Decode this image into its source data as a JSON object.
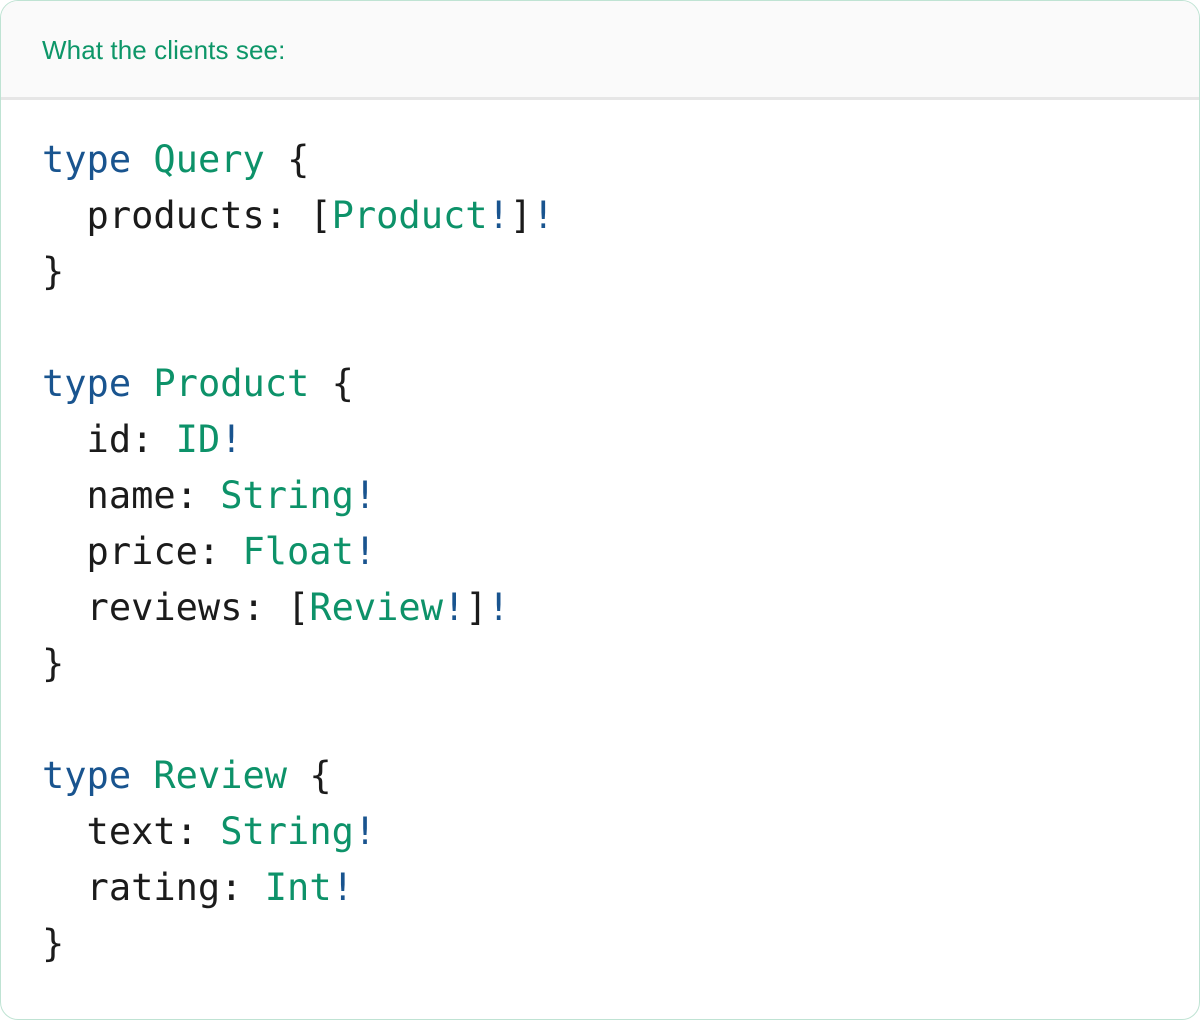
{
  "card": {
    "border_color": "#bfe3d3",
    "background": "#ffffff"
  },
  "tabs": {
    "active_index": 0,
    "items": [
      {
        "label": "What the clients see:",
        "active": true
      }
    ],
    "active_color": "#0d9668",
    "indicator_color": "#11936a",
    "bar_background": "#fafafa",
    "divider_color": "#e6e6e6"
  },
  "code": {
    "language": "graphql",
    "syntax_colors": {
      "keyword": "#19548f",
      "type_name": "#0d9269",
      "field_name": "#1b1b1b",
      "punctuation": "#1b1b1b",
      "non_null_bang": "#19548f"
    },
    "lines": [
      {
        "id": "l1",
        "tokens": [
          {
            "t": "type",
            "c": "kw"
          },
          {
            "t": " ",
            "c": "punct"
          },
          {
            "t": "Query",
            "c": "type"
          },
          {
            "t": " ",
            "c": "punct"
          },
          {
            "t": "{",
            "c": "punct"
          }
        ]
      },
      {
        "id": "l2",
        "tokens": [
          {
            "t": "  products: ",
            "c": "field"
          },
          {
            "t": "[",
            "c": "punct"
          },
          {
            "t": "Product",
            "c": "type"
          },
          {
            "t": "!",
            "c": "bang"
          },
          {
            "t": "]",
            "c": "punct"
          },
          {
            "t": "!",
            "c": "bang"
          }
        ]
      },
      {
        "id": "l3",
        "tokens": [
          {
            "t": "}",
            "c": "punct"
          }
        ]
      },
      {
        "id": "l4",
        "tokens": []
      },
      {
        "id": "l5",
        "tokens": [
          {
            "t": "type",
            "c": "kw"
          },
          {
            "t": " ",
            "c": "punct"
          },
          {
            "t": "Product",
            "c": "type"
          },
          {
            "t": " ",
            "c": "punct"
          },
          {
            "t": "{",
            "c": "punct"
          }
        ]
      },
      {
        "id": "l6",
        "tokens": [
          {
            "t": "  id: ",
            "c": "field"
          },
          {
            "t": "ID",
            "c": "type"
          },
          {
            "t": "!",
            "c": "bang"
          }
        ]
      },
      {
        "id": "l7",
        "tokens": [
          {
            "t": "  name: ",
            "c": "field"
          },
          {
            "t": "String",
            "c": "type"
          },
          {
            "t": "!",
            "c": "bang"
          }
        ]
      },
      {
        "id": "l8",
        "tokens": [
          {
            "t": "  price: ",
            "c": "field"
          },
          {
            "t": "Float",
            "c": "type"
          },
          {
            "t": "!",
            "c": "bang"
          }
        ]
      },
      {
        "id": "l9",
        "tokens": [
          {
            "t": "  reviews: ",
            "c": "field"
          },
          {
            "t": "[",
            "c": "punct"
          },
          {
            "t": "Review",
            "c": "type"
          },
          {
            "t": "!",
            "c": "bang"
          },
          {
            "t": "]",
            "c": "punct"
          },
          {
            "t": "!",
            "c": "bang"
          }
        ]
      },
      {
        "id": "l10",
        "tokens": [
          {
            "t": "}",
            "c": "punct"
          }
        ]
      },
      {
        "id": "l11",
        "tokens": []
      },
      {
        "id": "l12",
        "tokens": [
          {
            "t": "type",
            "c": "kw"
          },
          {
            "t": " ",
            "c": "punct"
          },
          {
            "t": "Review",
            "c": "type"
          },
          {
            "t": " ",
            "c": "punct"
          },
          {
            "t": "{",
            "c": "punct"
          }
        ]
      },
      {
        "id": "l13",
        "tokens": [
          {
            "t": "  text: ",
            "c": "field"
          },
          {
            "t": "String",
            "c": "type"
          },
          {
            "t": "!",
            "c": "bang"
          }
        ]
      },
      {
        "id": "l14",
        "tokens": [
          {
            "t": "  rating: ",
            "c": "field"
          },
          {
            "t": "Int",
            "c": "type"
          },
          {
            "t": "!",
            "c": "bang"
          }
        ]
      },
      {
        "id": "l15",
        "tokens": [
          {
            "t": "}",
            "c": "punct"
          }
        ]
      }
    ],
    "plain_text": "type Query {\n  products: [Product!]!\n}\n\ntype Product {\n  id: ID!\n  name: String!\n  price: Float!\n  reviews: [Review!]!\n}\n\ntype Review {\n  text: String!\n  rating: Int!\n}"
  }
}
